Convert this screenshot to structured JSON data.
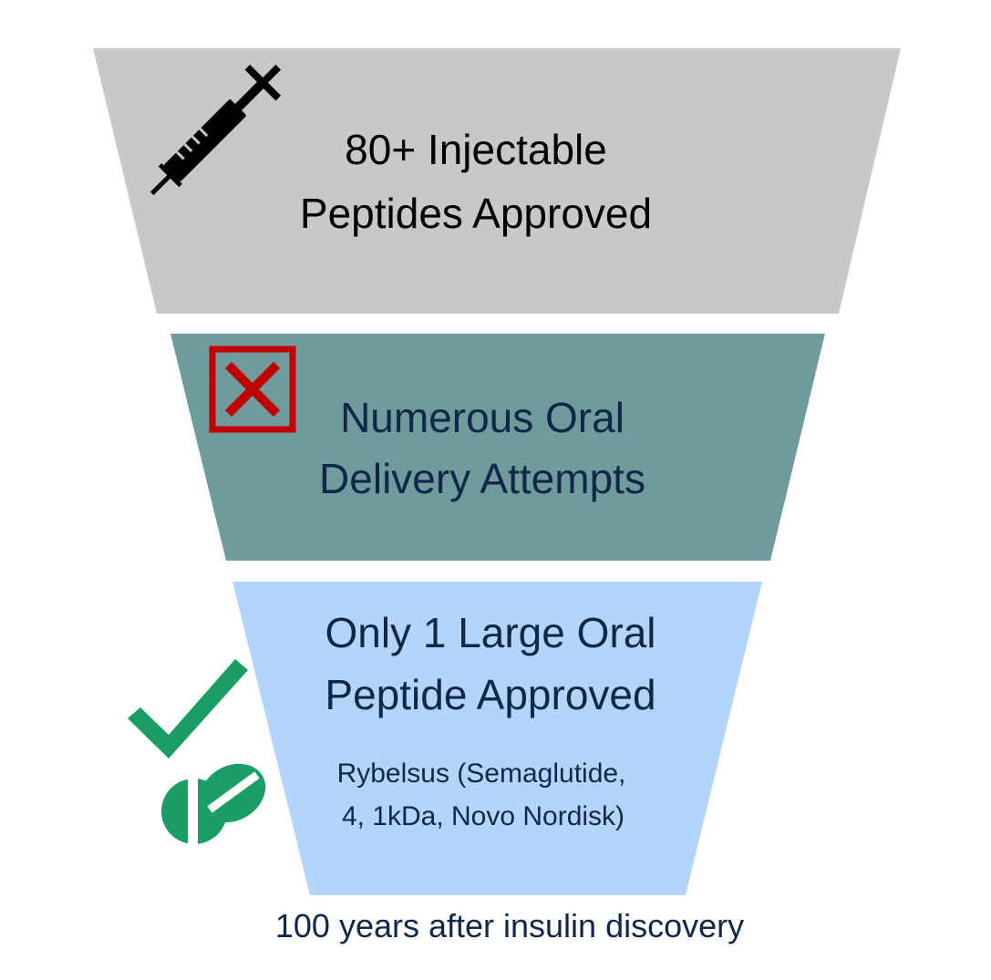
{
  "stages": [
    {
      "line1": "80+ Injectable",
      "line2": "Peptides Approved",
      "icon": "syringe-icon",
      "fill": "#c8c8c8",
      "text_color": "#000000"
    },
    {
      "line1": "Numerous Oral",
      "line2": "Delivery Attempts",
      "icon": "red-x-box-icon",
      "fill": "#6f9b9c",
      "text_color": "#0f2847"
    },
    {
      "line1": "Only 1 Large Oral",
      "line2": "Peptide Approved",
      "detail_line1": "Rybelsus (Semaglutide,",
      "detail_line2": "4, 1kDa, Novo Nordisk)",
      "icon": "checkmark-pill-icon",
      "fill": "#b3d5fb",
      "text_color": "#0f2847"
    }
  ],
  "footer": "100 years after insulin discovery",
  "colors": {
    "footer_text": "#0f2847",
    "x_mark": "#c00000",
    "check_green": "#1b9e66",
    "pill_green": "#1b9e66"
  }
}
